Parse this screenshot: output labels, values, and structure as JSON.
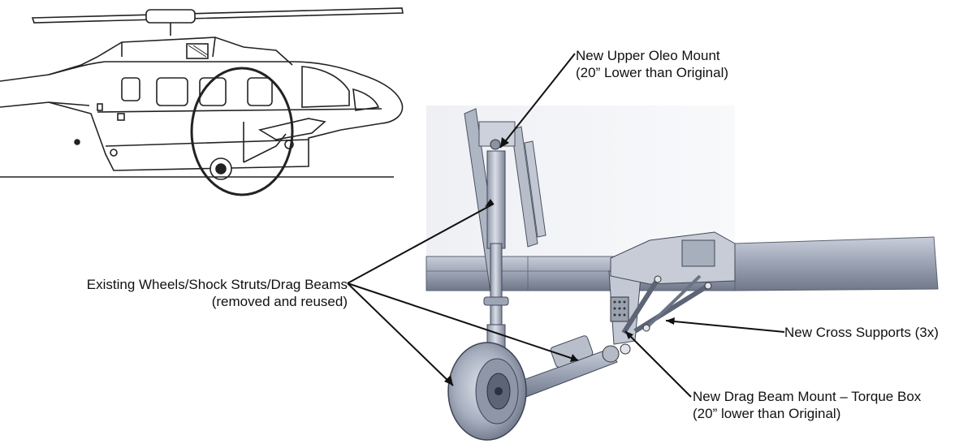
{
  "labels": {
    "upper_oleo_line1": "New Upper Oleo Mount",
    "upper_oleo_line2": "(20” Lower than Original)",
    "existing_line1": "Existing Wheels/Shock Struts/Drag Beams",
    "existing_line2": "(removed and reused)",
    "cross_supports": "New Cross Supports (3x)",
    "drag_beam_line1": "New Drag Beam Mount – Torque Box",
    "drag_beam_line2": "(20” lower than Original)"
  }
}
